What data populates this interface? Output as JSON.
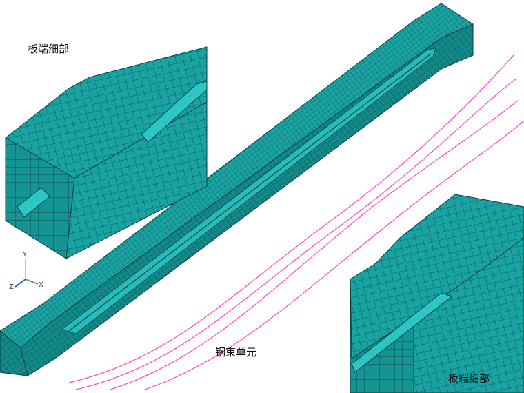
{
  "labels": {
    "detail_top_left": "板端细部",
    "tendon_elements": "钢束单元",
    "detail_bottom_right": "板端细部"
  },
  "axis_triad": {
    "y": "Y",
    "x": "X",
    "z": "Z"
  },
  "colors": {
    "mesh_fill": "#1aa3a3",
    "mesh_line": "#0a3f3f",
    "mesh_side": "#138a8a",
    "tendon": "#ff44cc",
    "background": "#ffffff"
  }
}
